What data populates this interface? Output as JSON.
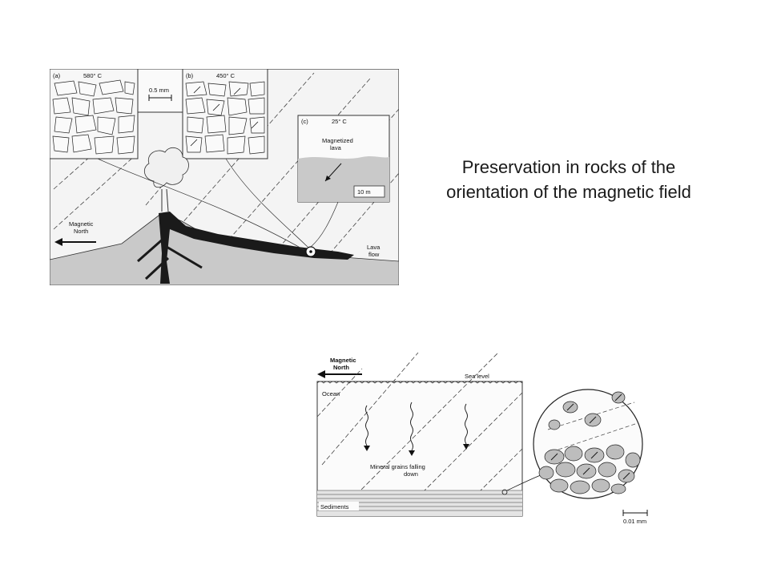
{
  "slide": {
    "title_lines": [
      "Preservation in rocks of the",
      "orientation of the magnetic field"
    ]
  },
  "lava_figure": {
    "panel_a": {
      "tag": "(a)",
      "temp": "580° C"
    },
    "panel_b": {
      "tag": "(b)",
      "temp": "450° C"
    },
    "panel_c": {
      "tag": "(c)",
      "temp": "25° C",
      "label_line1": "Magnetized",
      "label_line2": "lava",
      "scale": "10 m"
    },
    "grain_scale": "0.5 mm",
    "north_line1": "Magnetic",
    "north_line2": "North",
    "flow_line1": "Lava",
    "flow_line2": "flow",
    "colors": {
      "ground": "#c9c9c9",
      "lava": "#1a1a1a",
      "field_lines": "#444444"
    }
  },
  "sediment_figure": {
    "north_line1": "Magnetic",
    "north_line2": "North",
    "sea_level": "Sea level",
    "ocean": "Ocean",
    "grains_line1": "Mineral grains falling",
    "grains_line2": "down",
    "sediments": "Sediments",
    "scale": "0.01 mm",
    "colors": {
      "ocean_floor": "#e4e4e4",
      "grain": "#bdbdbd"
    }
  }
}
